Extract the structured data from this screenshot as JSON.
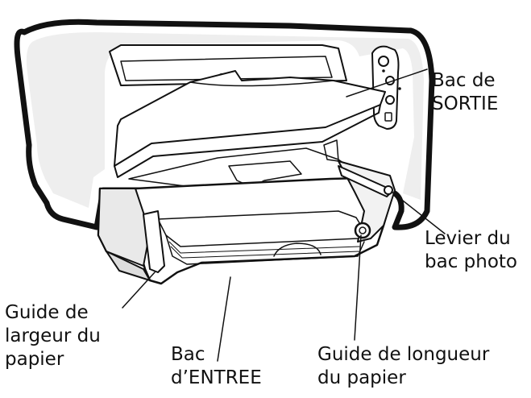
{
  "labels": {
    "output_tray": [
      "Bac de",
      "SORTIE"
    ],
    "photo_tray_lever": [
      "Levier du",
      "bac photo"
    ],
    "paper_width_guide": [
      "Guide de",
      "largeur du",
      "papier"
    ],
    "input_tray": [
      "Bac",
      "d’ENTREE"
    ],
    "paper_length_guide": [
      "Guide de longueur",
      "du papier"
    ]
  },
  "colors": {
    "outline": "#111111",
    "body_shadow": "#e6e6e6",
    "tray_fill": "#ffffff"
  },
  "icons": {
    "brand_badge": "hp-logo-icon",
    "power_button": "power-button-icon",
    "resume_button": "resume-button-icon",
    "cancel_button": "cancel-button-icon"
  }
}
